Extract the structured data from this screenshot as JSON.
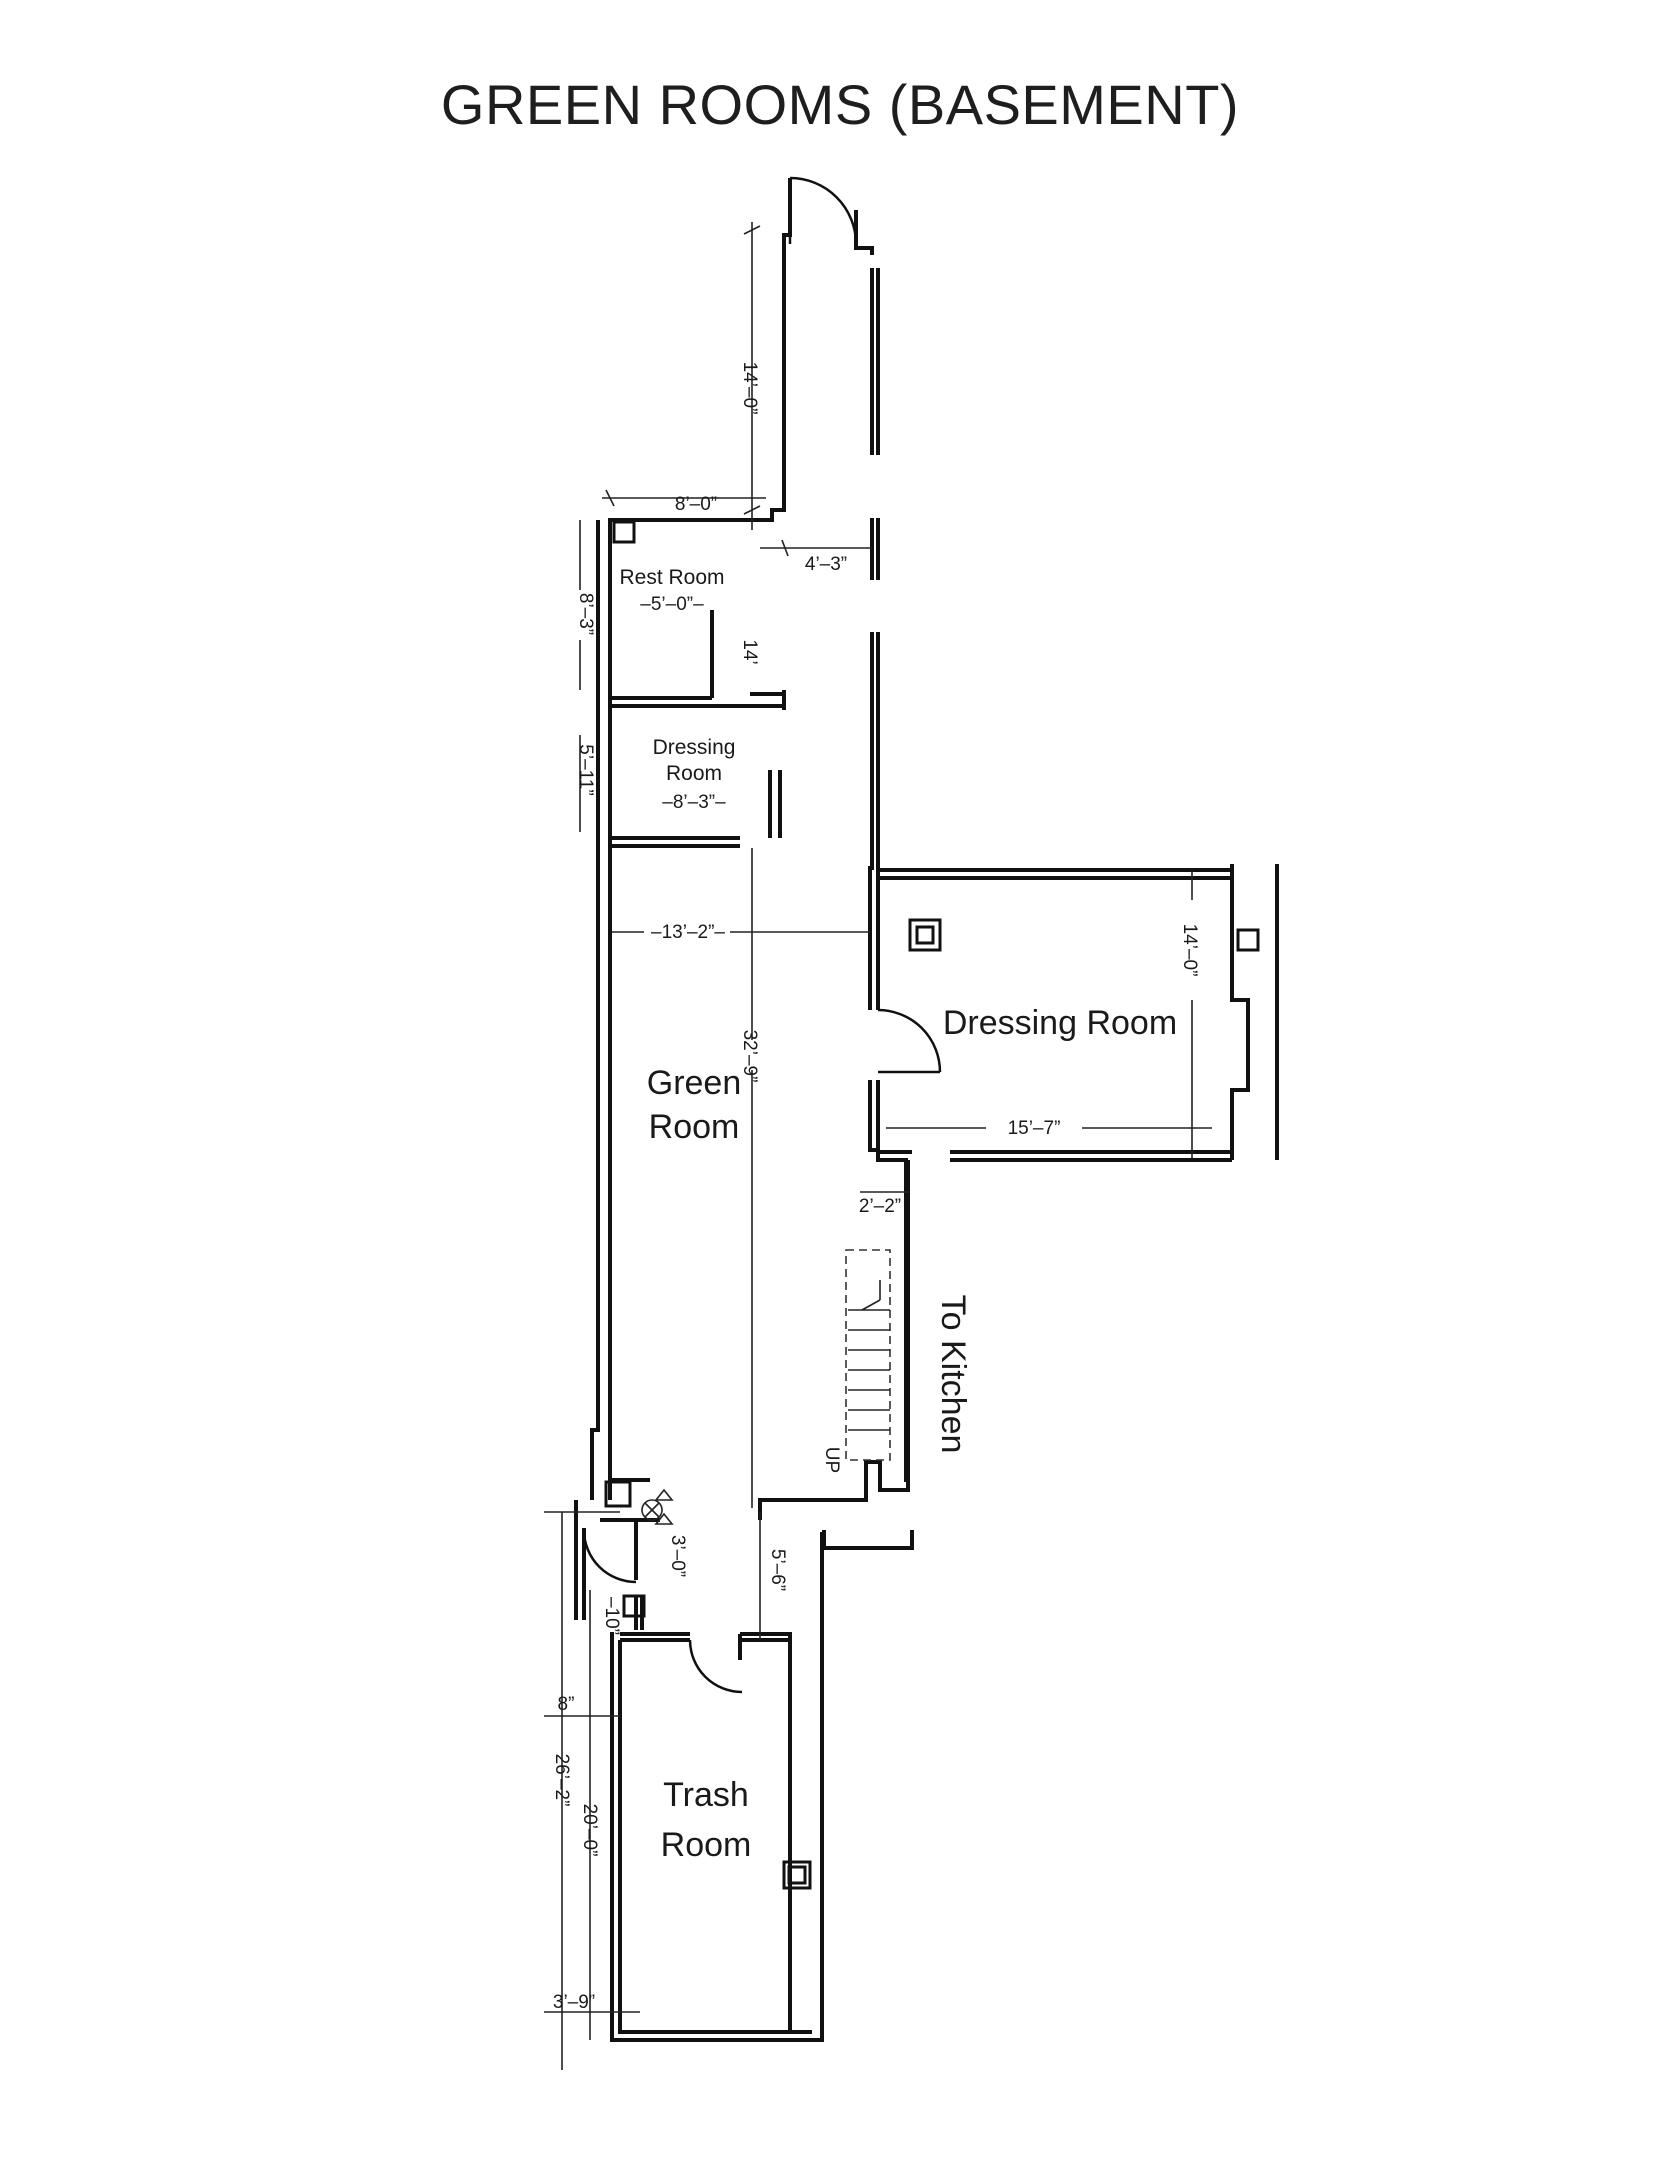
{
  "title": "GREEN ROOMS (BASEMENT)",
  "rooms": {
    "rest_room": "Rest Room",
    "dressing_small_line1": "Dressing",
    "dressing_small_line2": "Room",
    "dressing_large": "Dressing Room",
    "green_line1": "Green",
    "green_line2": "Room",
    "trash_line1": "Trash",
    "trash_line2": "Room",
    "to_kitchen": "To Kitchen",
    "up": "UP"
  },
  "dimensions": {
    "corridor_length": "14’–0”",
    "restroom_width_top": "8’–0”",
    "corridor_width": "4’–3”",
    "restroom_inner": "–5’–0”–",
    "restroom_depth": "8’–3”",
    "side_14": "14’",
    "dressing_small_depth": "5’–11”",
    "dressing_small_width": "–8’–3”–",
    "green_width": "–13’–2”–",
    "green_length": "32’–9”",
    "dressing_large_depth": "14’–0”",
    "dressing_large_width": "15’–7”",
    "stair_offset": "2’–2”",
    "trash_corr_width": "5’–6”",
    "small_3_0": "3’–0”",
    "small_10": "–10”",
    "small_8": "8”",
    "trash_total": "26’–2”",
    "trash_depth": "20’–0”",
    "trash_bottom": "3’–9”"
  }
}
